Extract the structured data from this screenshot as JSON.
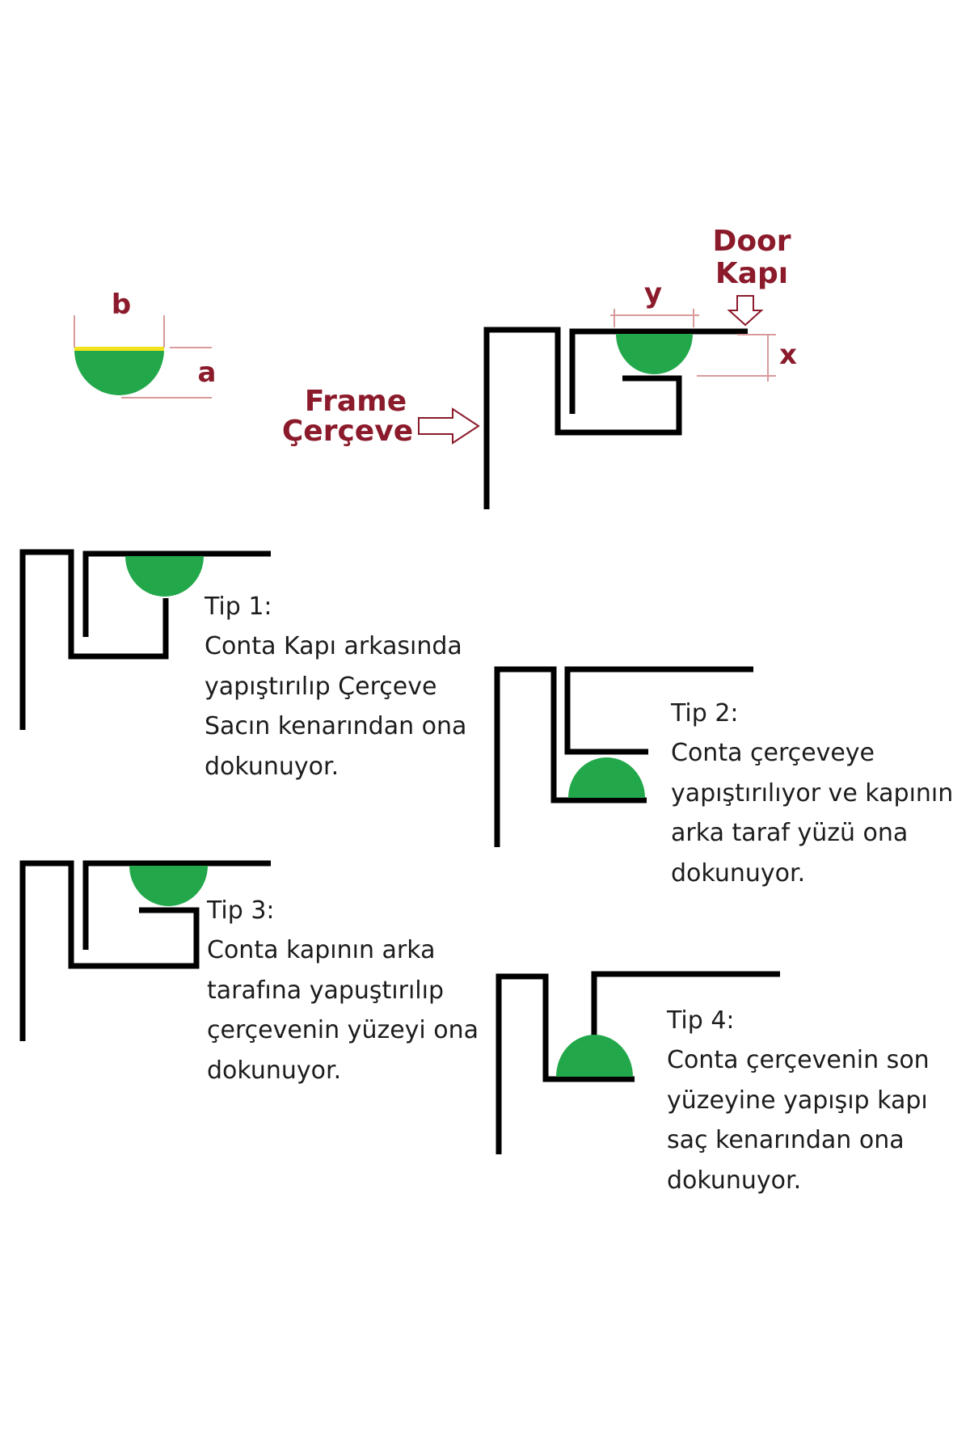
{
  "colors": {
    "gasket": "#22a84a",
    "gasket_base": "#f2e21c",
    "label_red": "#8b1a2b",
    "profile": "#000000"
  },
  "dimensions": {
    "b": "b",
    "a": "a",
    "y": "y",
    "x": "x"
  },
  "main": {
    "door_label_en": "Door",
    "door_label_tr": "Kapı",
    "frame_label_en": "Frame",
    "frame_label_tr": "Çerçeve"
  },
  "types": [
    {
      "title": "Tip 1:",
      "lines": [
        "Conta Kapı arkasında",
        "yapıştırılıp Çerçeve",
        "Sacın kenarından ona",
        "dokunuyor."
      ]
    },
    {
      "title": "Tip 2:",
      "lines": [
        "Conta çerçeveye",
        "yapıştırılıyor ve kapının",
        "arka taraf yüzü ona",
        "dokunuyor."
      ]
    },
    {
      "title": "Tip 3:",
      "lines": [
        "Conta kapının arka",
        "tarafına yapuştırılıp",
        "çerçevenin yüzeyi ona",
        "dokunuyor."
      ]
    },
    {
      "title": "Tip 4:",
      "lines": [
        "Conta çerçevenin son",
        "yüzeyine yapışıp kapı",
        "saç kenarından ona",
        "dokunuyor."
      ]
    }
  ]
}
